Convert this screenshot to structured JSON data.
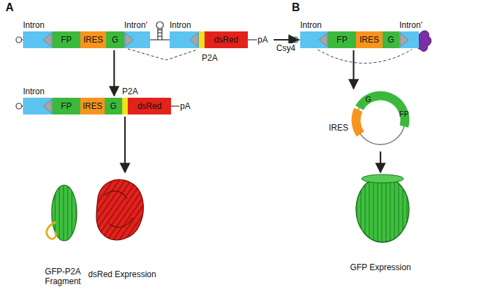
{
  "diagram": {
    "nodes": [
      {
        "text": [
          "Intron"
        ]
      },
      {
        "text": [
          "FP"
        ]
      },
      {
        "text": [
          "IRES"
        ]
      },
      {
        "text": [
          "G"
        ]
      },
      {
        "text": [
          "Intron'"
        ]
      },
      {
        "text": [
          "Intron"
        ]
      },
      {
        "text": [
          "P2A"
        ]
      },
      {
        "text": [
          "dsRed"
        ]
      },
      {
        "text": [
          "pA"
        ]
      },
      {
        "text": [
          "Intron"
        ]
      },
      {
        "text": [
          "FP"
        ]
      },
      {
        "text": [
          "IRES"
        ]
      },
      {
        "text": [
          "G"
        ]
      },
      {
        "text": [
          "Intron'"
        ]
      },
      {
        "text": [
          "Intron"
        ]
      },
      {
        "text": [
          "FP"
        ]
      },
      {
        "text": [
          "IRES"
        ]
      },
      {
        "text": [
          "G"
        ]
      },
      {
        "text": [
          "P2A"
        ]
      },
      {
        "text": [
          "dsRed"
        ]
      },
      {
        "text": [
          "pA"
        ]
      },
      {
        "text": [
          "G",
          "FP",
          "IRES"
        ]
      },
      {
        "text": [
          "GFP-P2A Fragment"
        ]
      },
      {
        "text": [
          "dsRed Expression"
        ]
      },
      {
        "text": [
          "GFP Expression"
        ]
      }
    ],
    "edges": [
      {
        "from": 3,
        "to": 17,
        "arrow": "to"
      },
      {
        "from": 18,
        "to": 23,
        "arrow": "to"
      },
      {
        "from": 8,
        "to": 9,
        "label": "Csy4",
        "arrow": "to"
      },
      {
        "from": 10,
        "to": 21,
        "arrow": "to"
      },
      {
        "from": 21,
        "to": 24,
        "arrow": "to"
      }
    ],
    "labels": [
      "A",
      "B"
    ]
  }
}
